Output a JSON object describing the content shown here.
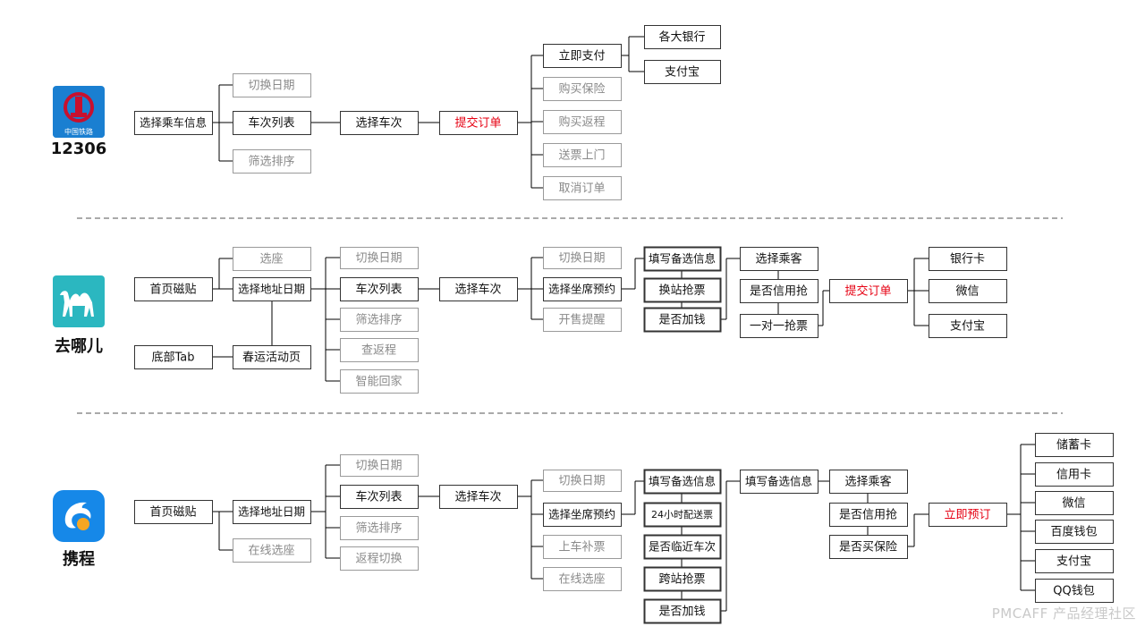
{
  "colors": {
    "line": "#000000",
    "box_border": "#333333",
    "dashed": "#555555",
    "highlight": "#e60012",
    "faded": "#8a8a8a",
    "normal": "#111111"
  },
  "sections": [
    {
      "app": "12306",
      "logo_icon": "china-railway-logo-icon",
      "nodes": [
        {
          "id": "a1",
          "text": "选择乘车信息",
          "style": "normal"
        },
        {
          "id": "a2",
          "text": "切换日期",
          "style": "faded"
        },
        {
          "id": "a3",
          "text": "车次列表",
          "style": "normal"
        },
        {
          "id": "a4",
          "text": "筛选排序",
          "style": "faded"
        },
        {
          "id": "a5",
          "text": "选择车次",
          "style": "normal"
        },
        {
          "id": "a6",
          "text": "提交订单",
          "style": "highlight"
        },
        {
          "id": "a7",
          "text": "立即支付",
          "style": "normal"
        },
        {
          "id": "a8",
          "text": "购买保险",
          "style": "faded"
        },
        {
          "id": "a9",
          "text": "购买返程",
          "style": "faded"
        },
        {
          "id": "a10",
          "text": "送票上门",
          "style": "faded"
        },
        {
          "id": "a11",
          "text": "取消订单",
          "style": "faded"
        },
        {
          "id": "a12",
          "text": "各大银行",
          "style": "normal"
        },
        {
          "id": "a13",
          "text": "支付宝",
          "style": "normal"
        }
      ]
    },
    {
      "app": "去哪儿",
      "logo_icon": "camel-logo-icon",
      "nodes": [
        {
          "id": "b1",
          "text": "首页磁贴",
          "style": "normal"
        },
        {
          "id": "b2",
          "text": "底部Tab",
          "style": "normal"
        },
        {
          "id": "b3",
          "text": "选座",
          "style": "faded"
        },
        {
          "id": "b4",
          "text": "选择地址日期",
          "style": "normal"
        },
        {
          "id": "b5",
          "text": "春运活动页",
          "style": "normal"
        },
        {
          "id": "b6",
          "text": "切换日期",
          "style": "faded"
        },
        {
          "id": "b7",
          "text": "车次列表",
          "style": "normal"
        },
        {
          "id": "b8",
          "text": "筛选排序",
          "style": "faded"
        },
        {
          "id": "b9",
          "text": "查返程",
          "style": "faded"
        },
        {
          "id": "b10",
          "text": "智能回家",
          "style": "faded"
        },
        {
          "id": "b11",
          "text": "选择车次",
          "style": "normal"
        },
        {
          "id": "b12",
          "text": "切换日期",
          "style": "faded"
        },
        {
          "id": "b13",
          "text": "选择坐席预约",
          "style": "normal"
        },
        {
          "id": "b14",
          "text": "开售提醒",
          "style": "faded"
        },
        {
          "id": "b15",
          "text": "填写备选信息",
          "style": "bold"
        },
        {
          "id": "b16",
          "text": "换站抢票",
          "style": "bold"
        },
        {
          "id": "b17",
          "text": "是否加钱",
          "style": "bold"
        },
        {
          "id": "b18",
          "text": "选择乘客",
          "style": "normal"
        },
        {
          "id": "b19",
          "text": "是否信用抢",
          "style": "normal"
        },
        {
          "id": "b20",
          "text": "一对一抢票",
          "style": "normal"
        },
        {
          "id": "b21",
          "text": "提交订单",
          "style": "highlight"
        },
        {
          "id": "b22",
          "text": "银行卡",
          "style": "normal"
        },
        {
          "id": "b23",
          "text": "微信",
          "style": "normal"
        },
        {
          "id": "b24",
          "text": "支付宝",
          "style": "normal"
        }
      ]
    },
    {
      "app": "携程",
      "logo_icon": "dolphin-logo-icon",
      "nodes": [
        {
          "id": "c1",
          "text": "首页磁贴",
          "style": "normal"
        },
        {
          "id": "c2",
          "text": "选择地址日期",
          "style": "normal"
        },
        {
          "id": "c3",
          "text": "在线选座",
          "style": "faded"
        },
        {
          "id": "c4",
          "text": "切换日期",
          "style": "faded"
        },
        {
          "id": "c5",
          "text": "车次列表",
          "style": "normal"
        },
        {
          "id": "c6",
          "text": "筛选排序",
          "style": "faded"
        },
        {
          "id": "c7",
          "text": "返程切换",
          "style": "faded"
        },
        {
          "id": "c8",
          "text": "选择车次",
          "style": "normal"
        },
        {
          "id": "c9",
          "text": "切换日期",
          "style": "faded"
        },
        {
          "id": "c10",
          "text": "选择坐席预约",
          "style": "normal"
        },
        {
          "id": "c11",
          "text": "上车补票",
          "style": "faded"
        },
        {
          "id": "c12",
          "text": "在线选座",
          "style": "faded"
        },
        {
          "id": "c13",
          "text": "填写备选信息",
          "style": "bold"
        },
        {
          "id": "c14",
          "text": "24小时配送票",
          "style": "bold"
        },
        {
          "id": "c15",
          "text": "是否临近车次",
          "style": "bold"
        },
        {
          "id": "c16",
          "text": "跨站抢票",
          "style": "bold"
        },
        {
          "id": "c17",
          "text": "是否加钱",
          "style": "bold"
        },
        {
          "id": "c18",
          "text": "填写备选信息",
          "style": "normal"
        },
        {
          "id": "c19",
          "text": "选择乘客",
          "style": "normal"
        },
        {
          "id": "c20",
          "text": "是否信用抢",
          "style": "normal"
        },
        {
          "id": "c21",
          "text": "是否买保险",
          "style": "normal"
        },
        {
          "id": "c22",
          "text": "立即预订",
          "style": "highlight"
        },
        {
          "id": "c23",
          "text": "储蓄卡",
          "style": "normal"
        },
        {
          "id": "c24",
          "text": "信用卡",
          "style": "normal"
        },
        {
          "id": "c25",
          "text": "微信",
          "style": "normal"
        },
        {
          "id": "c26",
          "text": "百度钱包",
          "style": "normal"
        },
        {
          "id": "c27",
          "text": "支付宝",
          "style": "normal"
        },
        {
          "id": "c28",
          "text": "QQ钱包",
          "style": "normal"
        }
      ]
    }
  ],
  "watermark": "PMCAFF 产品经理社区"
}
